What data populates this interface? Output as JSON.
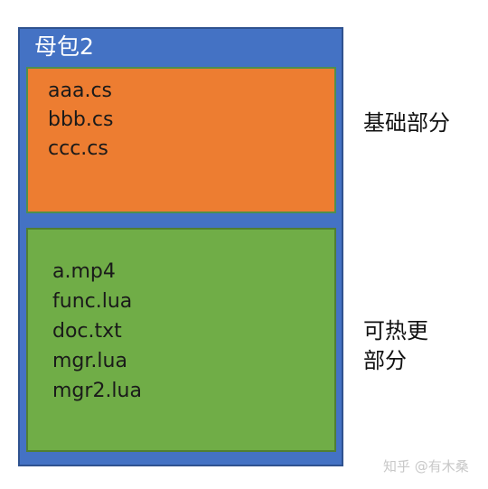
{
  "package": {
    "title": "母包2"
  },
  "base_section": {
    "files": [
      "aaa.cs",
      "bbb.cs",
      "ccc.cs"
    ],
    "label": "基础部分"
  },
  "hotfix_section": {
    "files": [
      "a.mp4",
      "func.lua",
      "doc.txt",
      "mgr.lua",
      "mgr2.lua"
    ],
    "label_line1": "可热更",
    "label_line2": "部分"
  },
  "watermark": "知乎 @有木桑",
  "colors": {
    "package_blue": "#4472C4",
    "base_orange": "#ED7D31",
    "hotfix_green": "#70AD47"
  }
}
